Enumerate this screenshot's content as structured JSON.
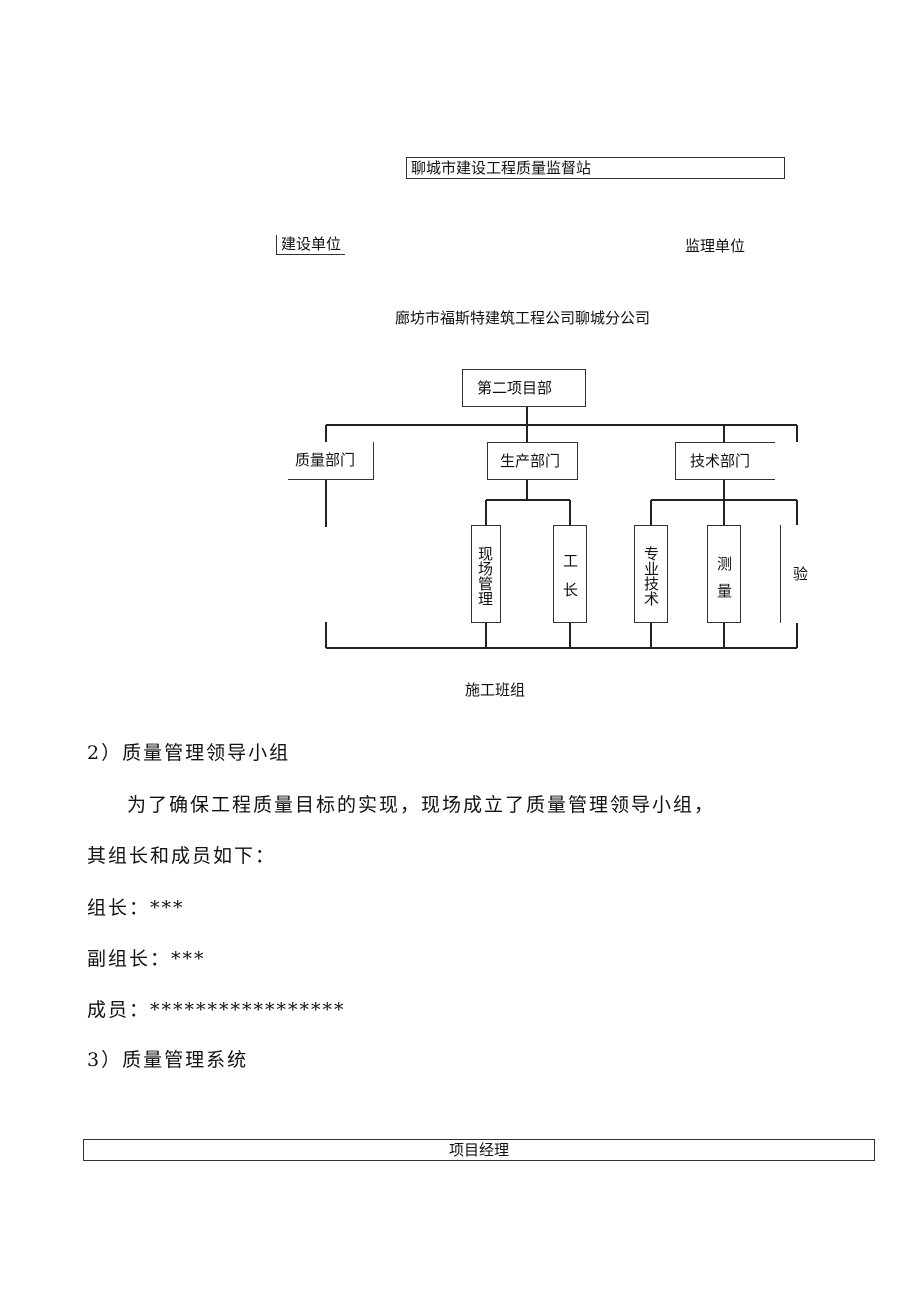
{
  "top_chart": {
    "supervision_station": "聊城市建设工程质量监督站",
    "construction_unit": "建设单位",
    "supervisor_unit": "监理单位",
    "company": "廊坊市福斯特建筑工程公司聊城分公司",
    "project_dept": "第二项目部",
    "quality_dept": "质量部门",
    "production_dept": "生产部门",
    "tech_dept": "技术部门",
    "site_mgmt": "现场管理",
    "foreman": "工长",
    "specialty_tech": "专业技术",
    "survey": "测量",
    "inspection": "验",
    "work_team": "施工班组"
  },
  "section2": {
    "heading": "2）质量管理领导小组",
    "para1": "为了确保工程质量目标的实现，现场成立了质量管理领导小组，",
    "para2": "其组长和成员如下：",
    "leader": "组长：***",
    "deputy": "副组长：***",
    "members": "成员：*****************"
  },
  "section3": {
    "heading": "3）质量管理系统",
    "project_manager": "项目经理"
  }
}
